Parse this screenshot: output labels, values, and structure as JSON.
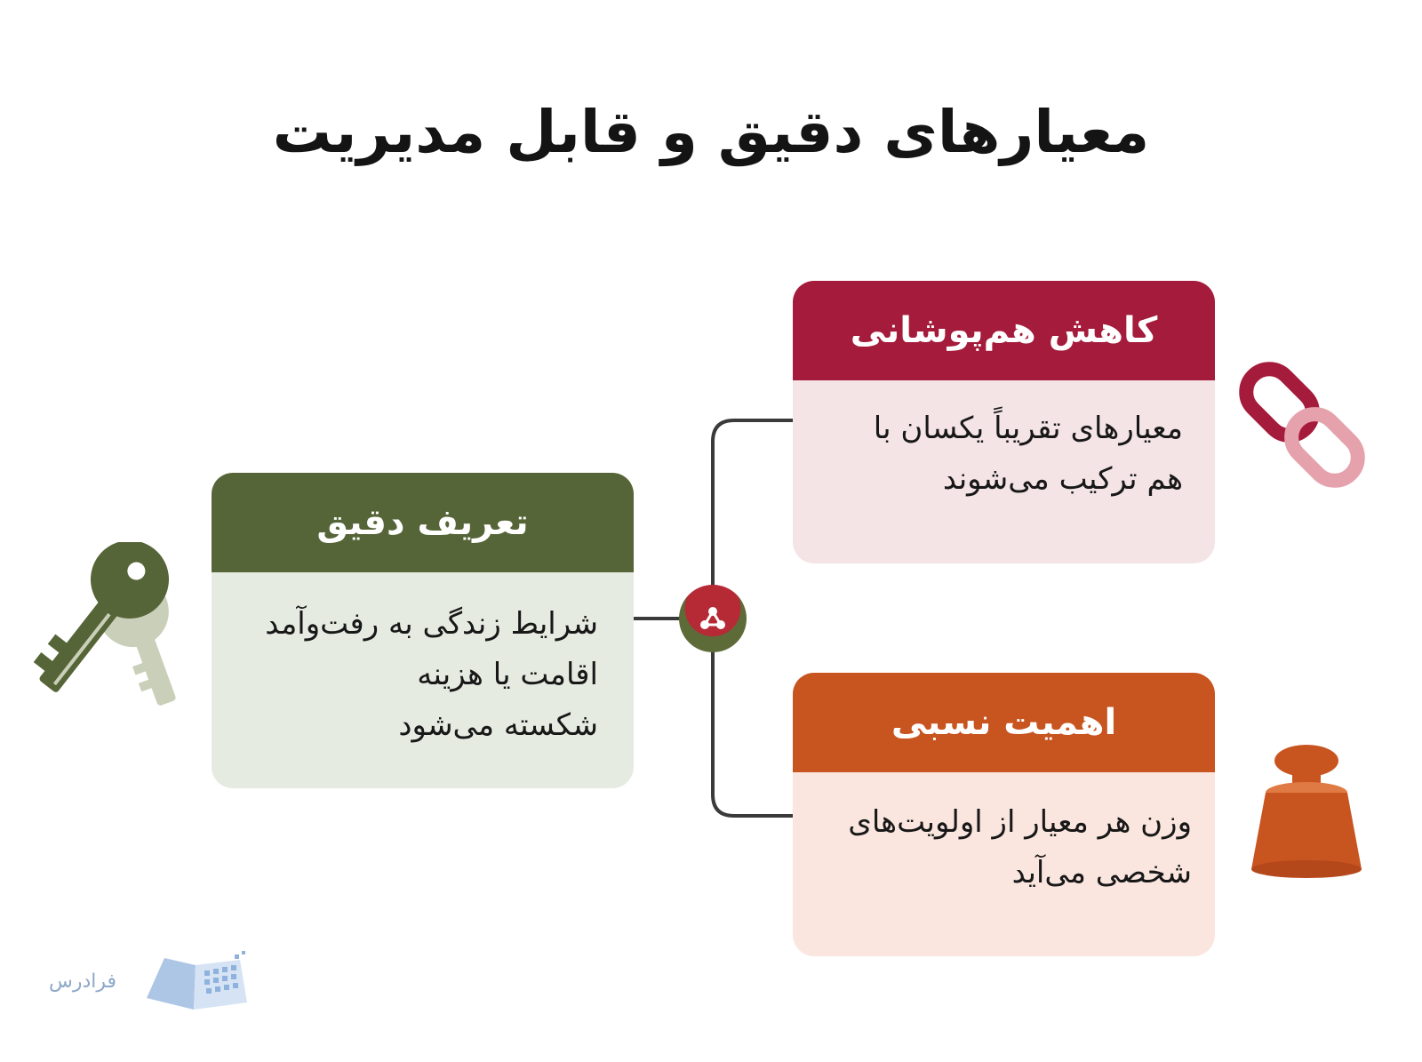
{
  "title": "معیارهای دقیق و قابل مدیریت",
  "cards": {
    "precise": {
      "title": "تعریف دقیق",
      "lines": [
        "شرایط زندگی به رفت‌وآمد",
        "اقامت یا هزینه",
        "شکسته می‌شود"
      ]
    },
    "overlap": {
      "title": "کاهش هم‌پوشانی",
      "lines": [
        "معیارهای تقریباً یکسان با",
        "هم ترکیب می‌شوند"
      ]
    },
    "importance": {
      "title": "اهمیت نسبی",
      "lines": [
        "وزن هر معیار از اولویت‌های",
        "شخصی می‌آید"
      ]
    }
  },
  "icons": {
    "key": "key-icon",
    "chain": "chain-link-icon",
    "weight": "weight-icon",
    "hub": "share-nodes-icon"
  },
  "colors": {
    "green": "#566537",
    "crimson": "#a51b3b",
    "orange": "#c85420"
  },
  "watermark": "فرادرس"
}
